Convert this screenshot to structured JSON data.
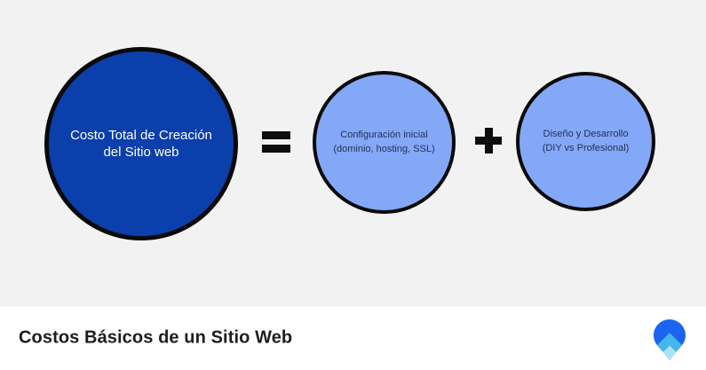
{
  "diagram": {
    "total_circle": {
      "line1": "Costo Total de Creación",
      "line2": "del Sitio web"
    },
    "operators": {
      "equals": "=",
      "plus": "+"
    },
    "setup_circle": {
      "line1": "Configuración inicial",
      "line2": "(dominio, hosting, SSL)"
    },
    "design_circle": {
      "line1": "Diseño y Desarrollo",
      "line2": "(DIY vs Profesional)"
    }
  },
  "footer": {
    "title": "Costos Básicos de un Sitio Web",
    "logo": "pin-brand-logo"
  },
  "colors": {
    "background": "#f2f2f2",
    "footer_background": "#ffffff",
    "total_circle_fill": "#0b3fab",
    "component_circle_fill": "#84a8f8",
    "circle_border": "#0a0a0a",
    "operator": "#0d0d0d",
    "total_circle_text": "#ffffff",
    "component_circle_text": "#223055",
    "footer_title_text": "#1d1d1d",
    "logo_royal_blue": "#1b64f0",
    "logo_sky_blue": "#47b5ea",
    "logo_pale_cyan": "#a9e4f6"
  }
}
